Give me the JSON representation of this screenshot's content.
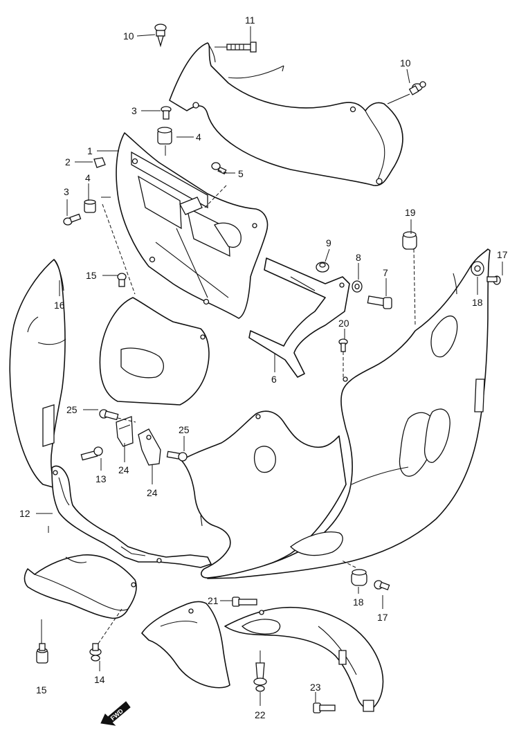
{
  "callouts": {
    "c1": "1",
    "c2": "2",
    "c3a": "3",
    "c3b": "3",
    "c4a": "4",
    "c4b": "4",
    "c5": "5",
    "c6": "6",
    "c7": "7",
    "c8": "8",
    "c9": "9",
    "c10a": "10",
    "c10b": "10",
    "c11": "11",
    "c12": "12",
    "c13": "13",
    "c14": "14",
    "c15a": "15",
    "c15b": "15",
    "c16": "16",
    "c17a": "17",
    "c17b": "17",
    "c18a": "18",
    "c18b": "18",
    "c19": "19",
    "c20": "20",
    "c21": "21",
    "c22": "22",
    "c23": "23",
    "c24a": "24",
    "c24b": "24",
    "c25a": "25",
    "c25b": "25"
  },
  "fwd_label": "FWD"
}
